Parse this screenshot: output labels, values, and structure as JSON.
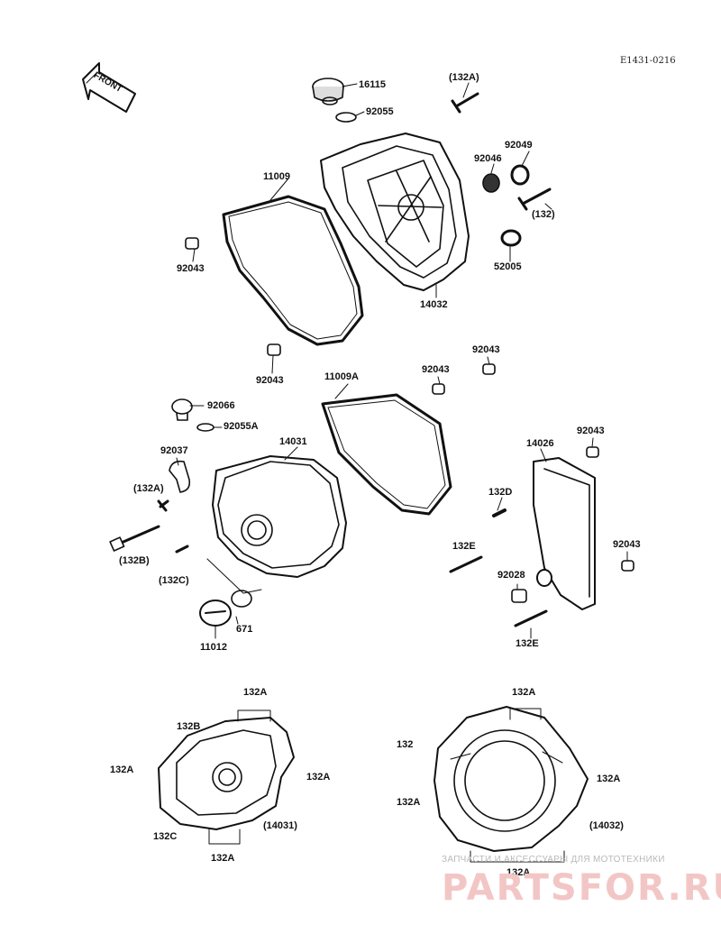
{
  "diagram_code": "E1431-0216",
  "front_label": "FRONT",
  "parts": {
    "p16115": "16115",
    "p92055": "92055",
    "p132A_top": "(132A)",
    "p92049": "92049",
    "p92046": "92046",
    "p132_top": "(132)",
    "p11009": "11009",
    "p92043_a": "92043",
    "p52005": "52005",
    "p14032": "14032",
    "p92043_b": "92043",
    "p92043_c": "92043",
    "p92043_d": "92043",
    "p11009A": "11009A",
    "p92066": "92066",
    "p92055A": "92055A",
    "p14031": "14031",
    "p92037": "92037",
    "p132A_mid": "(132A)",
    "p132B": "(132B)",
    "p132C": "(132C)",
    "p11012": "11012",
    "p671": "671",
    "p14026": "14026",
    "p92043_e": "92043",
    "p132D": "132D",
    "p132E_a": "132E",
    "p92028": "92028",
    "p92043_f": "92043",
    "p132E_b": "132E"
  },
  "left_cover": {
    "top": "132A",
    "b": "132B",
    "left": "132A",
    "right": "132A",
    "c": "132C",
    "bottom": "132A",
    "ref": "(14031)"
  },
  "right_cover": {
    "top": "132A",
    "plain": "132",
    "left": "132A",
    "right": "132A",
    "bottom": "132A",
    "ref": "(14032)"
  },
  "watermark": {
    "top_text": "ЗАПЧАСТИ И АКСЕССУАРЫ ДЛЯ МОТОТЕХНИКИ",
    "logo_text": "PARTSFOR.RU"
  }
}
